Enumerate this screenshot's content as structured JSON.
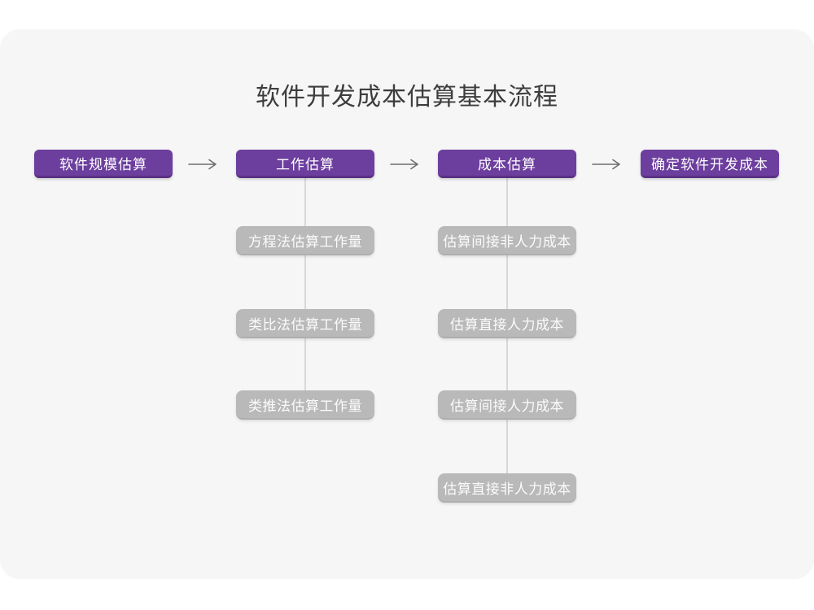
{
  "title": "软件开发成本估算基本流程",
  "flow": {
    "stages": [
      {
        "label": "软件规模估算",
        "substeps": []
      },
      {
        "label": "工作估算",
        "substeps": [
          "方程法估算工作量",
          "类比法估算工作量",
          "类推法估算工作量"
        ]
      },
      {
        "label": "成本估算",
        "substeps": [
          "估算间接非人力成本",
          "估算直接人力成本",
          "估算间接人力成本",
          "估算直接非人力成本"
        ]
      },
      {
        "label": "确定软件开发成本",
        "substeps": []
      }
    ]
  },
  "icons": {
    "arrow_right": "⟶"
  },
  "colors": {
    "primary": "#6c3e9e",
    "primary-dark": "#5a3185",
    "substep": "#b9b9b9",
    "substep-dark": "#aeaeae",
    "connector": "#d8d8d8",
    "arrow": "#6e6e6e",
    "card-bg": "#f6f6f7",
    "title-text": "#3d3d3d"
  }
}
